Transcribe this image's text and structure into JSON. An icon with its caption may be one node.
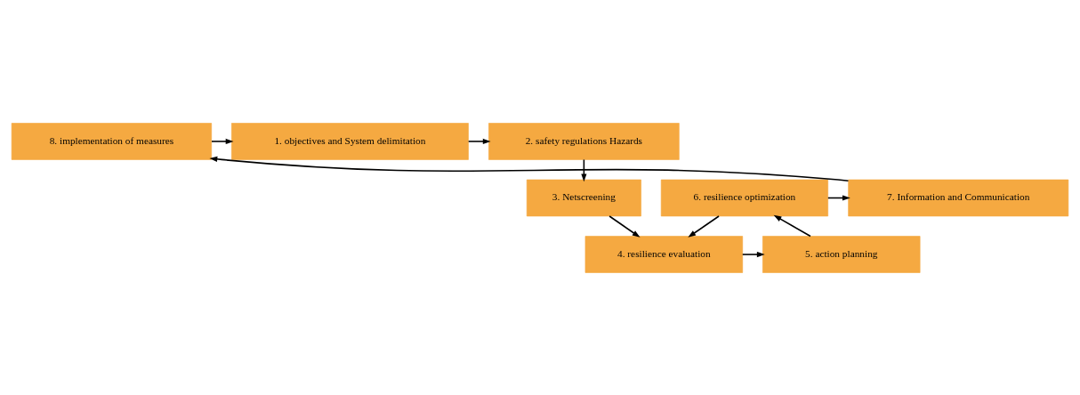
{
  "diagram": {
    "nodes": [
      {
        "text": [
          "2. safety regulations Hazards"
        ]
      },
      {
        "text": [
          "1. objectives and System delimitation"
        ]
      },
      {
        "text": [
          "8. implementation of measures"
        ]
      },
      {
        "text": [
          "3. Netscreening"
        ]
      },
      {
        "text": [
          "6. resilience optimization"
        ]
      },
      {
        "text": [
          "7. Information and Communication"
        ]
      },
      {
        "text": [
          "4. resilience evaluation"
        ]
      },
      {
        "text": [
          "5. action planning"
        ]
      }
    ],
    "edges": [
      {
        "from": 1,
        "to": 0,
        "arrow": "to"
      },
      {
        "from": 2,
        "to": 1,
        "arrow": "to"
      },
      {
        "from": 0,
        "to": 3,
        "arrow": "to"
      },
      {
        "from": 3,
        "to": 6,
        "arrow": "to"
      },
      {
        "from": 4,
        "to": 6,
        "arrow": "to"
      },
      {
        "from": 6,
        "to": 7,
        "arrow": "to"
      },
      {
        "from": 7,
        "to": 4,
        "arrow": "to"
      },
      {
        "from": 4,
        "to": 5,
        "arrow": "to"
      },
      {
        "from": 5,
        "to": 2,
        "arrow": "to"
      }
    ]
  }
}
